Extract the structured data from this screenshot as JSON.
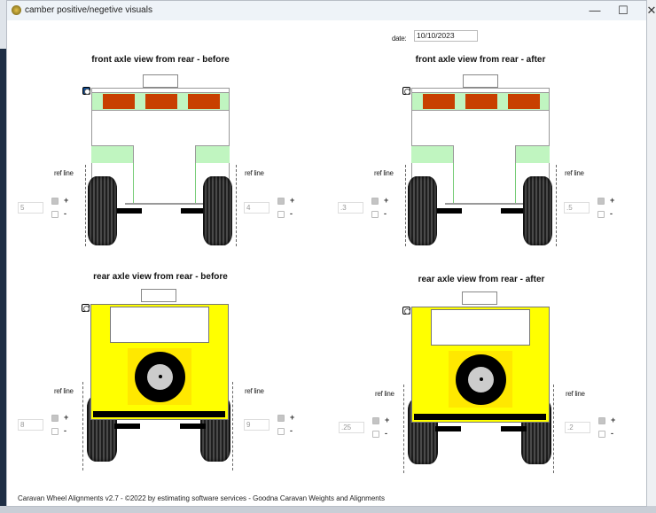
{
  "window": {
    "title": "camber positive/negetive visuals",
    "minimize": "—",
    "maximize": "☐",
    "close": "✕"
  },
  "date": {
    "label": "date:",
    "value": "10/10/2023"
  },
  "panels": {
    "front_before": {
      "title": "front axle view from rear - before",
      "ref_left": "ref line",
      "ref_right": "ref line",
      "left_value": "5",
      "right_value": "4",
      "selected": true
    },
    "front_after": {
      "title": "front axle view from rear - after",
      "ref_left": "ref line",
      "ref_right": "ref line",
      "left_value": ".3",
      "right_value": ".5",
      "selected": false
    },
    "rear_before": {
      "title": "rear axle view from rear - before",
      "ref_left": "ref line",
      "ref_right": "ref line",
      "left_value": "8",
      "right_value": "9",
      "selected": false
    },
    "rear_after": {
      "title": "rear axle view from rear - after",
      "ref_left": "ref line",
      "ref_right": "ref line",
      "left_value": ".25",
      "right_value": ".2",
      "selected": false
    }
  },
  "signs": {
    "plus": "+",
    "minus": "-"
  },
  "footer": "Caravan Wheel Alignments v2.7 - ©2022 by estimating software services - Goodna Caravan Weights and Alignments",
  "colors": {
    "green": "#c0f5c0",
    "orange": "#c84000",
    "yellow": "#ffff00",
    "spare_bg": "#ffe800"
  }
}
